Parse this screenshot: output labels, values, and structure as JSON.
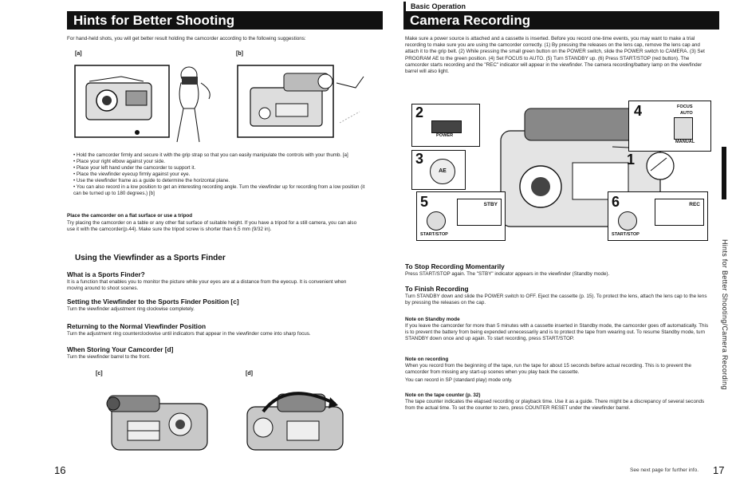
{
  "left_page": {
    "title": "Hints for Better Shooting",
    "intro": "For hand-held shots, you will get better result holding the camcorder according to the following suggestions:",
    "fig_a_label": "[a]",
    "fig_b_label": "[b]",
    "bullets": [
      "Hold the camcorder firmly and secure it with the grip strap so that you can easily manipulate the controls with your thumb. [a]",
      "Place your right elbow against your side.",
      "Place your left hand under the camcorder to support it.",
      "Place the viewfinder eyecup firmly against your eye.",
      "Use the viewfinder frame as a guide to determine the horizontal plane.",
      "You can also record in a low position to get an interesting recording angle. Turn the viewfinder up for recording from a low position (it can be turned up to 180 degrees.) [b]"
    ],
    "tripod_heading": "Place the camcorder on a flat surface or use a tripod",
    "tripod_text": "Try placing the camcorder on a table or any other flat surface of suitable height. If you have a tripod for a still camera, you can also use it with the camcorder(p.44). Make sure the tripod screw is shorter than 6.5 mm (9/32 in).",
    "sports_heading": "Using the Viewfinder as a Sports Finder",
    "what_heading": "What is a Sports Finder?",
    "what_text": "It is a function that enables you to monitor the picture while your eyes are at a distance from the eyecup. It is convenient when moving around to shoot scenes.",
    "setting_heading": "Setting the Viewfinder to the Sports Finder Position [c]",
    "setting_text": "Turn the viewfinder adjustment ring clockwise completely.",
    "returning_heading": "Returning to the Normal Viewfinder Position",
    "returning_text": "Turn the adjustment ring counterclockwise until indicators that appear in the viewfinder come into sharp focus.",
    "storing_heading": "When Storing Your Camcorder [d]",
    "storing_text": "Turn the viewfinder barrel to the front.",
    "fig_c_label": "[c]",
    "fig_d_label": "[d]",
    "page_number": "16"
  },
  "right_page": {
    "section_tag": "Basic Operation",
    "title": "Camera Recording",
    "intro": "Make sure a power source is attached and a cassette is inserted. Before you record one-time events, you may want to make a trial recording to make sure you are using the camcorder correctly. (1) By pressing the releases on the lens cap, remove the lens cap and attach it to the grip belt. (2) While pressing the small green button on the POWER switch, slide the POWER switch to CAMERA. (3) Set PROGRAM AE to the green position. (4) Set FOCUS to AUTO. (5) Turn STANDBY up. (6) Press START/STOP (red button). The camcorder starts recording and the \"REC\" indicator will appear in the viewfinder. The camera recording/battery lamp on the viewfinder barrel will also light.",
    "diagram": {
      "step2": "2",
      "step3": "3",
      "step4": "4",
      "step5": "5",
      "step6": "6",
      "step1": "1",
      "power_label": "POWER",
      "focus_label": "FOCUS",
      "auto_label": "AUTO",
      "manual_label": "MANUAL",
      "stby_label": "STBY",
      "rec_label": "REC",
      "start_stop_5": "START/STOP",
      "start_stop_6": "START/STOP",
      "ae_label": "AE"
    },
    "stop_heading": "To Stop Recording Momentarily",
    "stop_text": "Press START/STOP again. The \"STBY\" indicator appears in the viewfinder (Standby mode).",
    "finish_heading": "To Finish Recording",
    "finish_text": "Turn STANDBY down and slide the POWER switch to OFF. Eject the cassette (p. 15). To protect the lens, attach the lens cap to the lens by pressing the releases on the cap.",
    "standby_heading": "Note on Standby mode",
    "standby_text": "If you leave the camcorder for more than 5 minutes with a cassette inserted in Standby mode, the camcorder goes off automatically. This is to prevent the battery from being expended unnecessarily and is to protect the tape from wearing out. To resume Standby mode, turn STANDBY down once and up again. To start recording, press START/STOP.",
    "recording_heading": "Note on recording",
    "recording_text_1": "When you record from the beginning of the tape, run the tape for about 15 seconds before actual recording. This is to prevent the camcorder from missing any start-up scenes when you play back the cassette.",
    "recording_text_2": "You can record in SP (standard play) mode only.",
    "counter_heading": "Note on the tape counter (p. 32)",
    "counter_text": "The tape counter indicates the elapsed recording or playback time. Use it as a guide. There might be a discrepancy of several seconds from the actual time. To set the counter to zero, press COUNTER RESET under the viewfinder barrel.",
    "footer_note": "See next page for further info.",
    "page_number": "17",
    "side_tab": "Hints for Better Shooting/Camera Recording"
  }
}
